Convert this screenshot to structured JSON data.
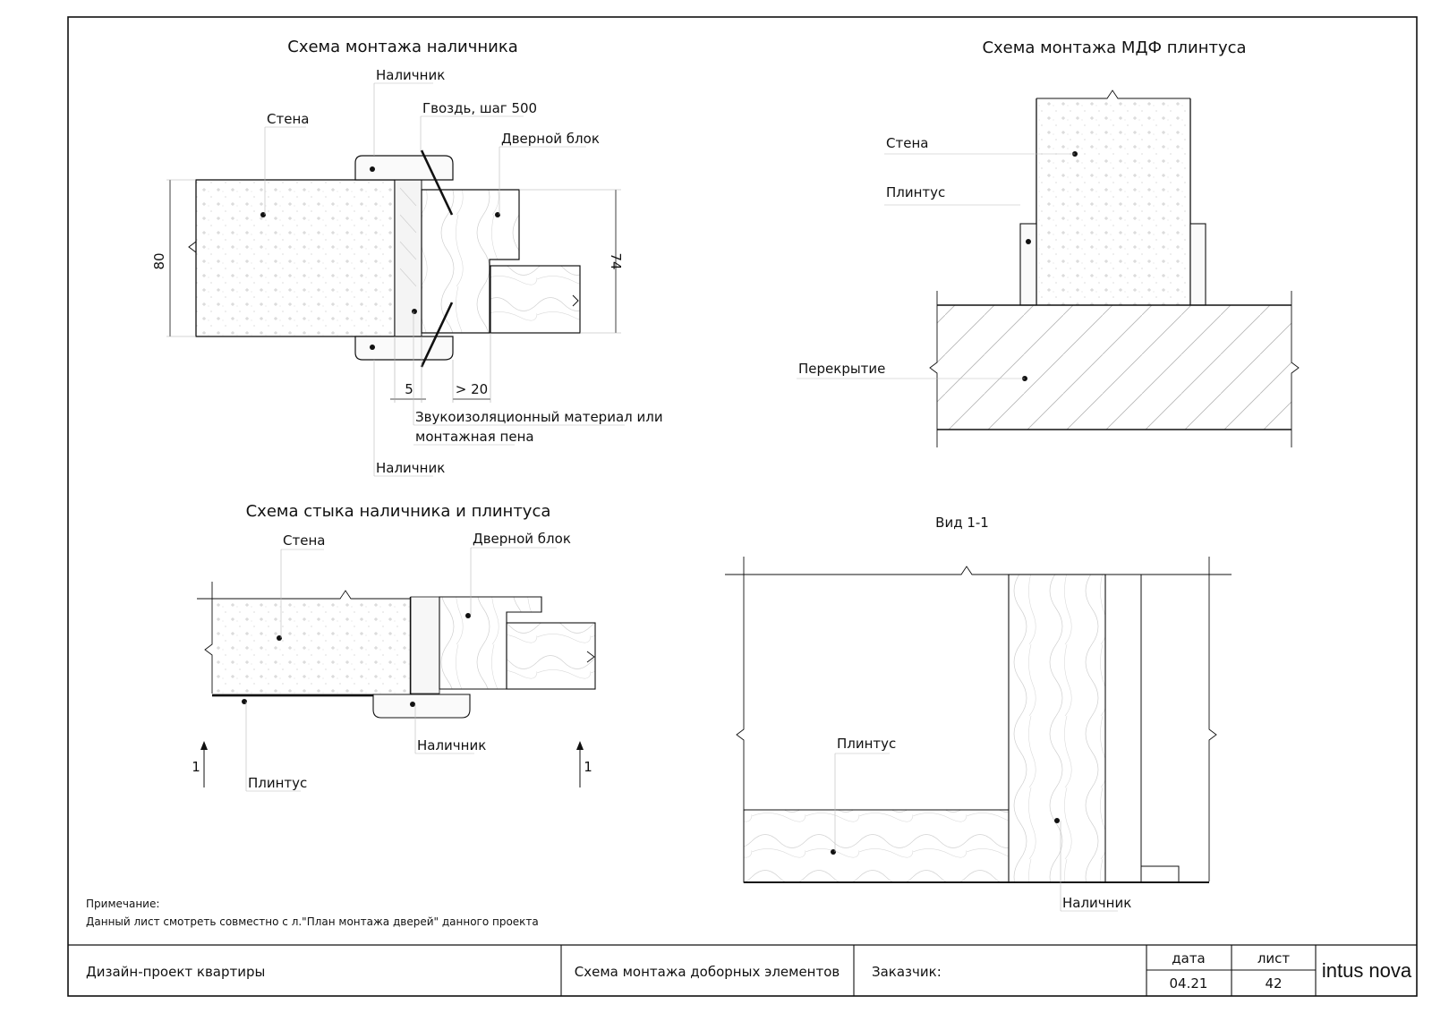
{
  "colors": {
    "ink": "#111111",
    "hatch": "#c9c9c9",
    "paper": "#ffffff"
  },
  "diagram1": {
    "title": "Схема монтажа наличника",
    "labels": {
      "nalichnik_top": "Наличник",
      "nail": "Гвоздь, шаг 500",
      "wall": "Стена",
      "door_block": "Дверной блок",
      "nalichnik_bottom": "Наличник",
      "insulation_line1": "Звукоизоляционный материал или",
      "insulation_line2": "монтажная пена"
    },
    "dims": {
      "height_left": "80",
      "height_right": "74",
      "gap": "5",
      "overlap": "> 20"
    }
  },
  "diagram2": {
    "title": "Схема монтажа МДФ плинтуса",
    "labels": {
      "wall": "Стена",
      "plinth": "Плинтус",
      "floor": "Перекрытие"
    }
  },
  "diagram3": {
    "title": "Схема стыка наличника и плинтуса",
    "labels": {
      "wall": "Стена",
      "door_block": "Дверной блок",
      "nalichnik": "Наличник",
      "plinth": "Плинтус"
    },
    "section_marks": {
      "left": "1",
      "right": "1"
    }
  },
  "diagram4": {
    "title": "Вид 1-1",
    "labels": {
      "plinth": "Плинтус",
      "nalichnik": "Наличник"
    }
  },
  "note": {
    "heading": "Примечание:",
    "text": "Данный лист смотреть совместно с л.\"План монтажа дверей\" данного проекта"
  },
  "stamp": {
    "project": "Дизайн-проект квартиры",
    "sheet_title": "Схема монтажа доборных элементов",
    "customer_label": "Заказчик:",
    "date_header": "дата",
    "date_value": "04.21",
    "sheet_header": "лист",
    "sheet_value": "42",
    "logo": "intus nova"
  }
}
